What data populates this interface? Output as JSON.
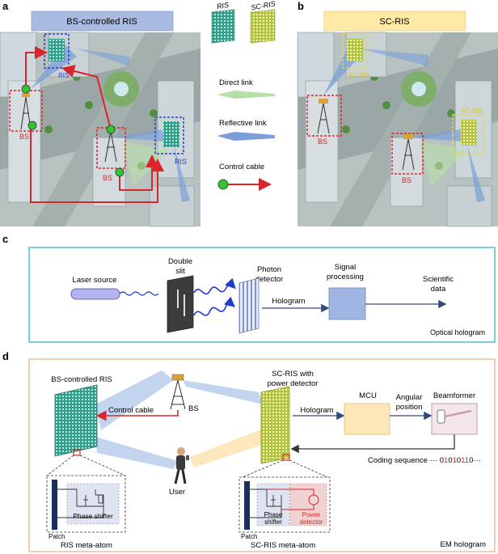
{
  "panel_a": {
    "letter": "a",
    "title": "BS-controlled RIS",
    "labels": {
      "bs_left": "BS",
      "bs_center": "BS",
      "ris_right": "RIS",
      "ris_top": "RIS"
    }
  },
  "legend": {
    "ris": "RIS",
    "sc_ris": "SC-RIS",
    "direct_link": "Direct link",
    "reflective_link": "Reflective link",
    "control_cable": "Control cable"
  },
  "panel_b": {
    "letter": "b",
    "title": "SC-RIS",
    "labels": {
      "bs_left": "BS",
      "bs_center": "BS",
      "scris_right": "SC-RIS",
      "scris_top": "SC-RIS"
    }
  },
  "panel_c": {
    "letter": "c",
    "laser": "Laser source",
    "slit_line1": "Double",
    "slit_line2": "slit",
    "photon_line1": "Photon",
    "photon_line2": "detector",
    "hologram": "Hologram",
    "signal_line1": "Signal",
    "signal_line2": "processing",
    "sci_line1": "Scientific",
    "sci_line2": "data",
    "caption": "Optical hologram"
  },
  "panel_d": {
    "letter": "d",
    "bs_ris": "BS-controlled RIS",
    "bs": "BS",
    "control_cable": "Control cable",
    "scris_line1": "SC-RIS with",
    "scris_line2": "power detector",
    "hologram": "Hologram",
    "mcu": "MCU",
    "angular_line1": "Angular",
    "angular_line2": "position",
    "beamformer": "Beamformer",
    "coding_prefix": "Coding sequence ··· ",
    "coding_bits": [
      "0",
      "1",
      "0",
      "1",
      "0",
      "1",
      "1",
      "0"
    ],
    "coding_suffix": "···",
    "user": "User",
    "phase_shifter": "Phase shifter",
    "patch_left": "Patch",
    "ris_atom": "RIS meta-atom",
    "phase_line1": "Phase",
    "phase_line2": "shifter",
    "power_line1": "Power",
    "power_line2": "detector",
    "patch_right": "Patch",
    "scris_atom": "SC-RIS meta-atom",
    "caption": "EM hologram"
  },
  "colors": {
    "ris_green": "#2f9e8a",
    "scris_yellow": "#c9d64a",
    "cable_red": "#d9262c",
    "node_green": "#31c531",
    "bs_blue_box": "#a9bbe0",
    "scris_header": "#ffe9a6",
    "beam_blue": "#7a9fd8",
    "direct_green": "#b7dfa8",
    "panel_c_border": "#33b7c4",
    "panel_d_border": "#f2b38a",
    "mcu_fill": "#fde6b8",
    "sp_fill": "#9fb5e4"
  }
}
